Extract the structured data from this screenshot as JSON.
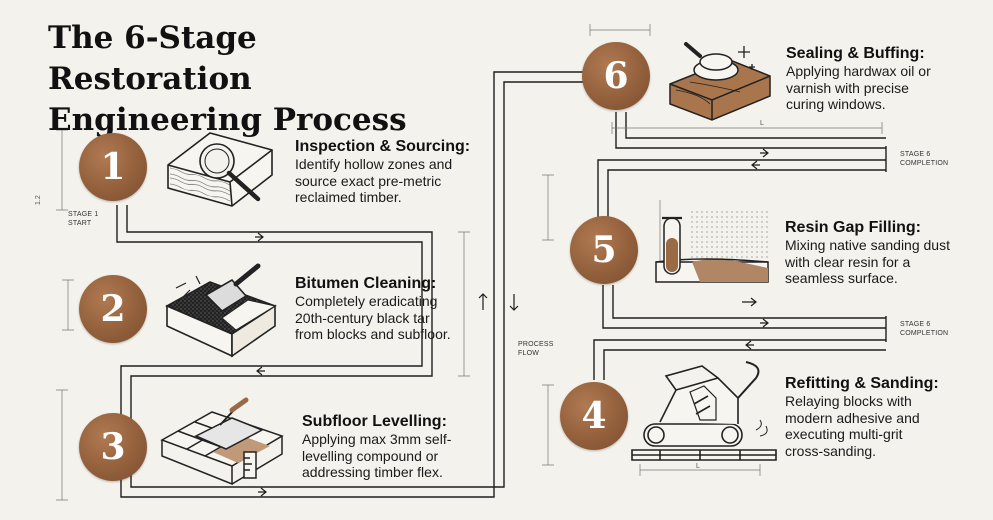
{
  "title": "The 6-Stage Restoration Engineering Process",
  "stages": [
    {
      "number": "1",
      "heading": "Inspection & Sourcing:",
      "body": "Identify hollow zones and source exact pre-metric reclaimed timber.",
      "icon": "magnifying-glass-icon"
    },
    {
      "number": "2",
      "heading": "Bitumen Cleaning:",
      "body": "Completely eradicating 20th-century black tar from blocks and subfloor.",
      "icon": "scraper-icon"
    },
    {
      "number": "3",
      "heading": "Subfloor Levelling:",
      "body": "Applying max 3mm self-levelling compound or addressing timber flex.",
      "icon": "trowel-icon"
    },
    {
      "number": "4",
      "heading": "Refitting & Sanding:",
      "body": "Relaying blocks with modern adhesive and executing multi-grit cross-sanding.",
      "icon": "belt-sander-icon"
    },
    {
      "number": "5",
      "heading": "Resin Gap Filling:",
      "body": "Mixing native sanding dust with clear resin for a seamless surface.",
      "icon": "test-tube-icon"
    },
    {
      "number": "6",
      "heading": "Sealing & Buffing:",
      "body": "Applying hardwax oil or varnish with precise curing windows.",
      "icon": "buffer-icon"
    }
  ],
  "labels": {
    "stage1_start_a": "STAGE 1",
    "stage1_start_b": "START",
    "process_flow_a": "PROCESS",
    "process_flow_b": "FLOW",
    "completion_top_a": "STAGE 6",
    "completion_top_b": "COMPLETION",
    "completion_bottom_a": "STAGE 6",
    "completion_bottom_b": "COMPLETION"
  },
  "colors": {
    "background": "#f4f2ec",
    "badge_wood": "#93603c",
    "line": "#1e1e1e",
    "text": "#111111"
  }
}
